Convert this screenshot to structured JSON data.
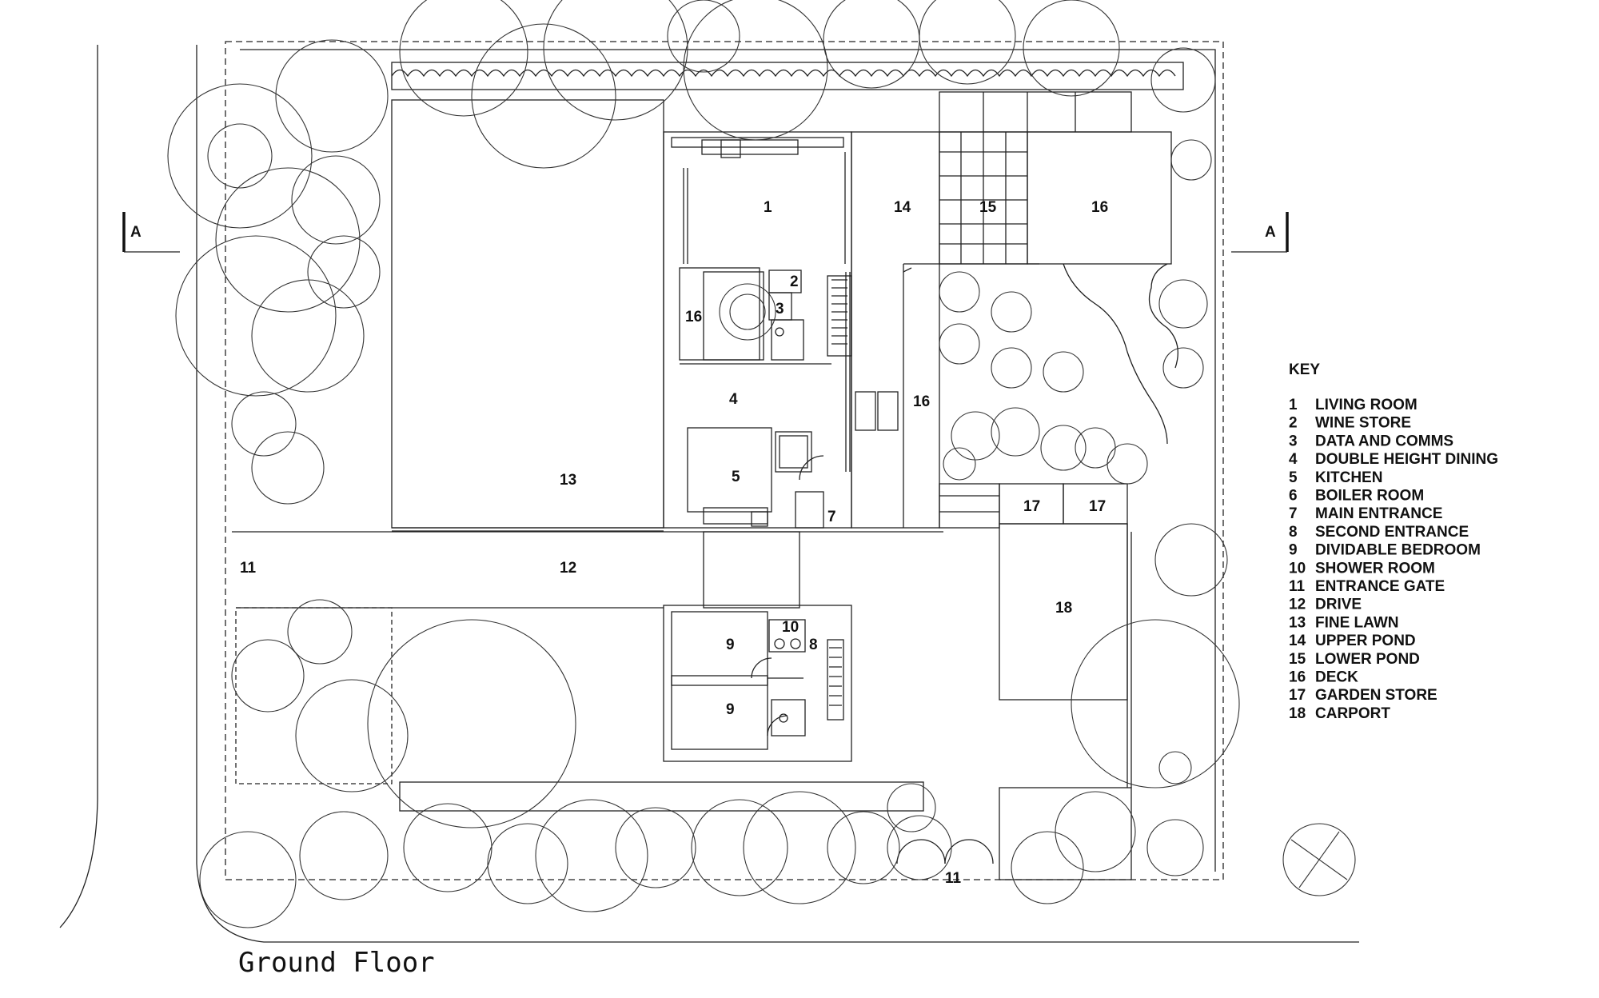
{
  "title": "Ground Floor",
  "section_marker": "A",
  "key": {
    "heading": "KEY",
    "items": [
      {
        "num": "1",
        "label": "LIVING ROOM"
      },
      {
        "num": "2",
        "label": "WINE STORE"
      },
      {
        "num": "3",
        "label": "DATA AND COMMS"
      },
      {
        "num": "4",
        "label": "DOUBLE HEIGHT DINING"
      },
      {
        "num": "5",
        "label": "KITCHEN"
      },
      {
        "num": "6",
        "label": "BOILER ROOM"
      },
      {
        "num": "7",
        "label": "MAIN ENTRANCE"
      },
      {
        "num": "8",
        "label": "SECOND ENTRANCE"
      },
      {
        "num": "9",
        "label": "DIVIDABLE BEDROOM"
      },
      {
        "num": "10",
        "label": "SHOWER ROOM"
      },
      {
        "num": "11",
        "label": "ENTRANCE GATE"
      },
      {
        "num": "12",
        "label": "DRIVE"
      },
      {
        "num": "13",
        "label": "FINE LAWN"
      },
      {
        "num": "14",
        "label": "UPPER POND"
      },
      {
        "num": "15",
        "label": "LOWER POND"
      },
      {
        "num": "16",
        "label": "DECK"
      },
      {
        "num": "17",
        "label": "GARDEN STORE"
      },
      {
        "num": "18",
        "label": "CARPORT"
      }
    ]
  },
  "room_labels": {
    "living": "1",
    "wine": "2",
    "data": "3",
    "dining": "4",
    "kitchen": "5",
    "main_entrance": "7",
    "second_entrance": "8",
    "bedroom_a": "9",
    "bedroom_b": "9",
    "shower": "10",
    "gate_west": "11",
    "gate_south": "11",
    "drive": "12",
    "lawn": "13",
    "upper_pond": "14",
    "lower_pond": "15",
    "deck_north": "16",
    "deck_west": "16",
    "deck_mid": "16",
    "store_a": "17",
    "store_b": "17",
    "carport": "18"
  }
}
